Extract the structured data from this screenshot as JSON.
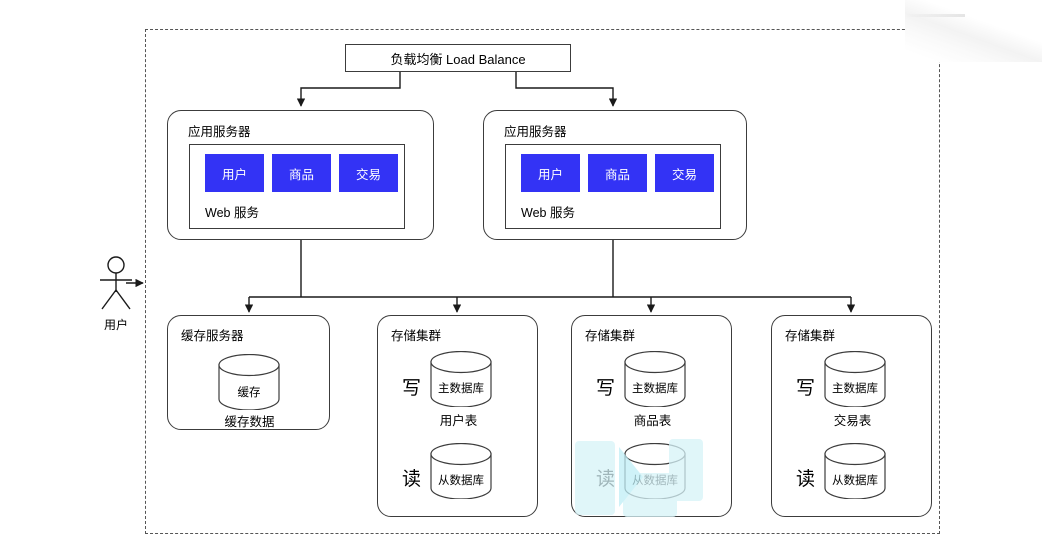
{
  "diagram": {
    "title_text": "负载均衡 Load Balance",
    "boundary_name": "system-boundary"
  },
  "actor": {
    "label": "用户",
    "icon": "stick-figure-actor-icon"
  },
  "load_balancer": {
    "label": "负载均衡 Load Balance"
  },
  "app_servers": [
    {
      "title": "应用服务器",
      "footer": "Web 服务",
      "chips": [
        {
          "label": "用户"
        },
        {
          "label": "商品"
        },
        {
          "label": "交易"
        }
      ]
    },
    {
      "title": "应用服务器",
      "footer": "Web 服务",
      "chips": [
        {
          "label": "用户"
        },
        {
          "label": "商品"
        },
        {
          "label": "交易"
        }
      ]
    }
  ],
  "cache_server": {
    "title": "缓存服务器",
    "cylinder_label": "缓存",
    "caption": "缓存数据",
    "icon": "database-cylinder-icon"
  },
  "storage_clusters": [
    {
      "title": "存储集群",
      "write_label": "写",
      "read_label": "读",
      "master_label": "主数据库",
      "slave_label": "从数据库",
      "caption": "用户表"
    },
    {
      "title": "存储集群",
      "write_label": "写",
      "read_label": "读",
      "master_label": "主数据库",
      "slave_label": "从数据库",
      "caption": "商品表"
    },
    {
      "title": "存储集群",
      "write_label": "写",
      "read_label": "读",
      "master_label": "主数据库",
      "slave_label": "从数据库",
      "caption": "交易表"
    }
  ],
  "colors": {
    "chip_blue": "#3333f5",
    "stroke": "#3c3c3c",
    "boundary_stroke": "#555555",
    "background": "#ffffff",
    "watermark_cyan": "#ccf2f7"
  }
}
